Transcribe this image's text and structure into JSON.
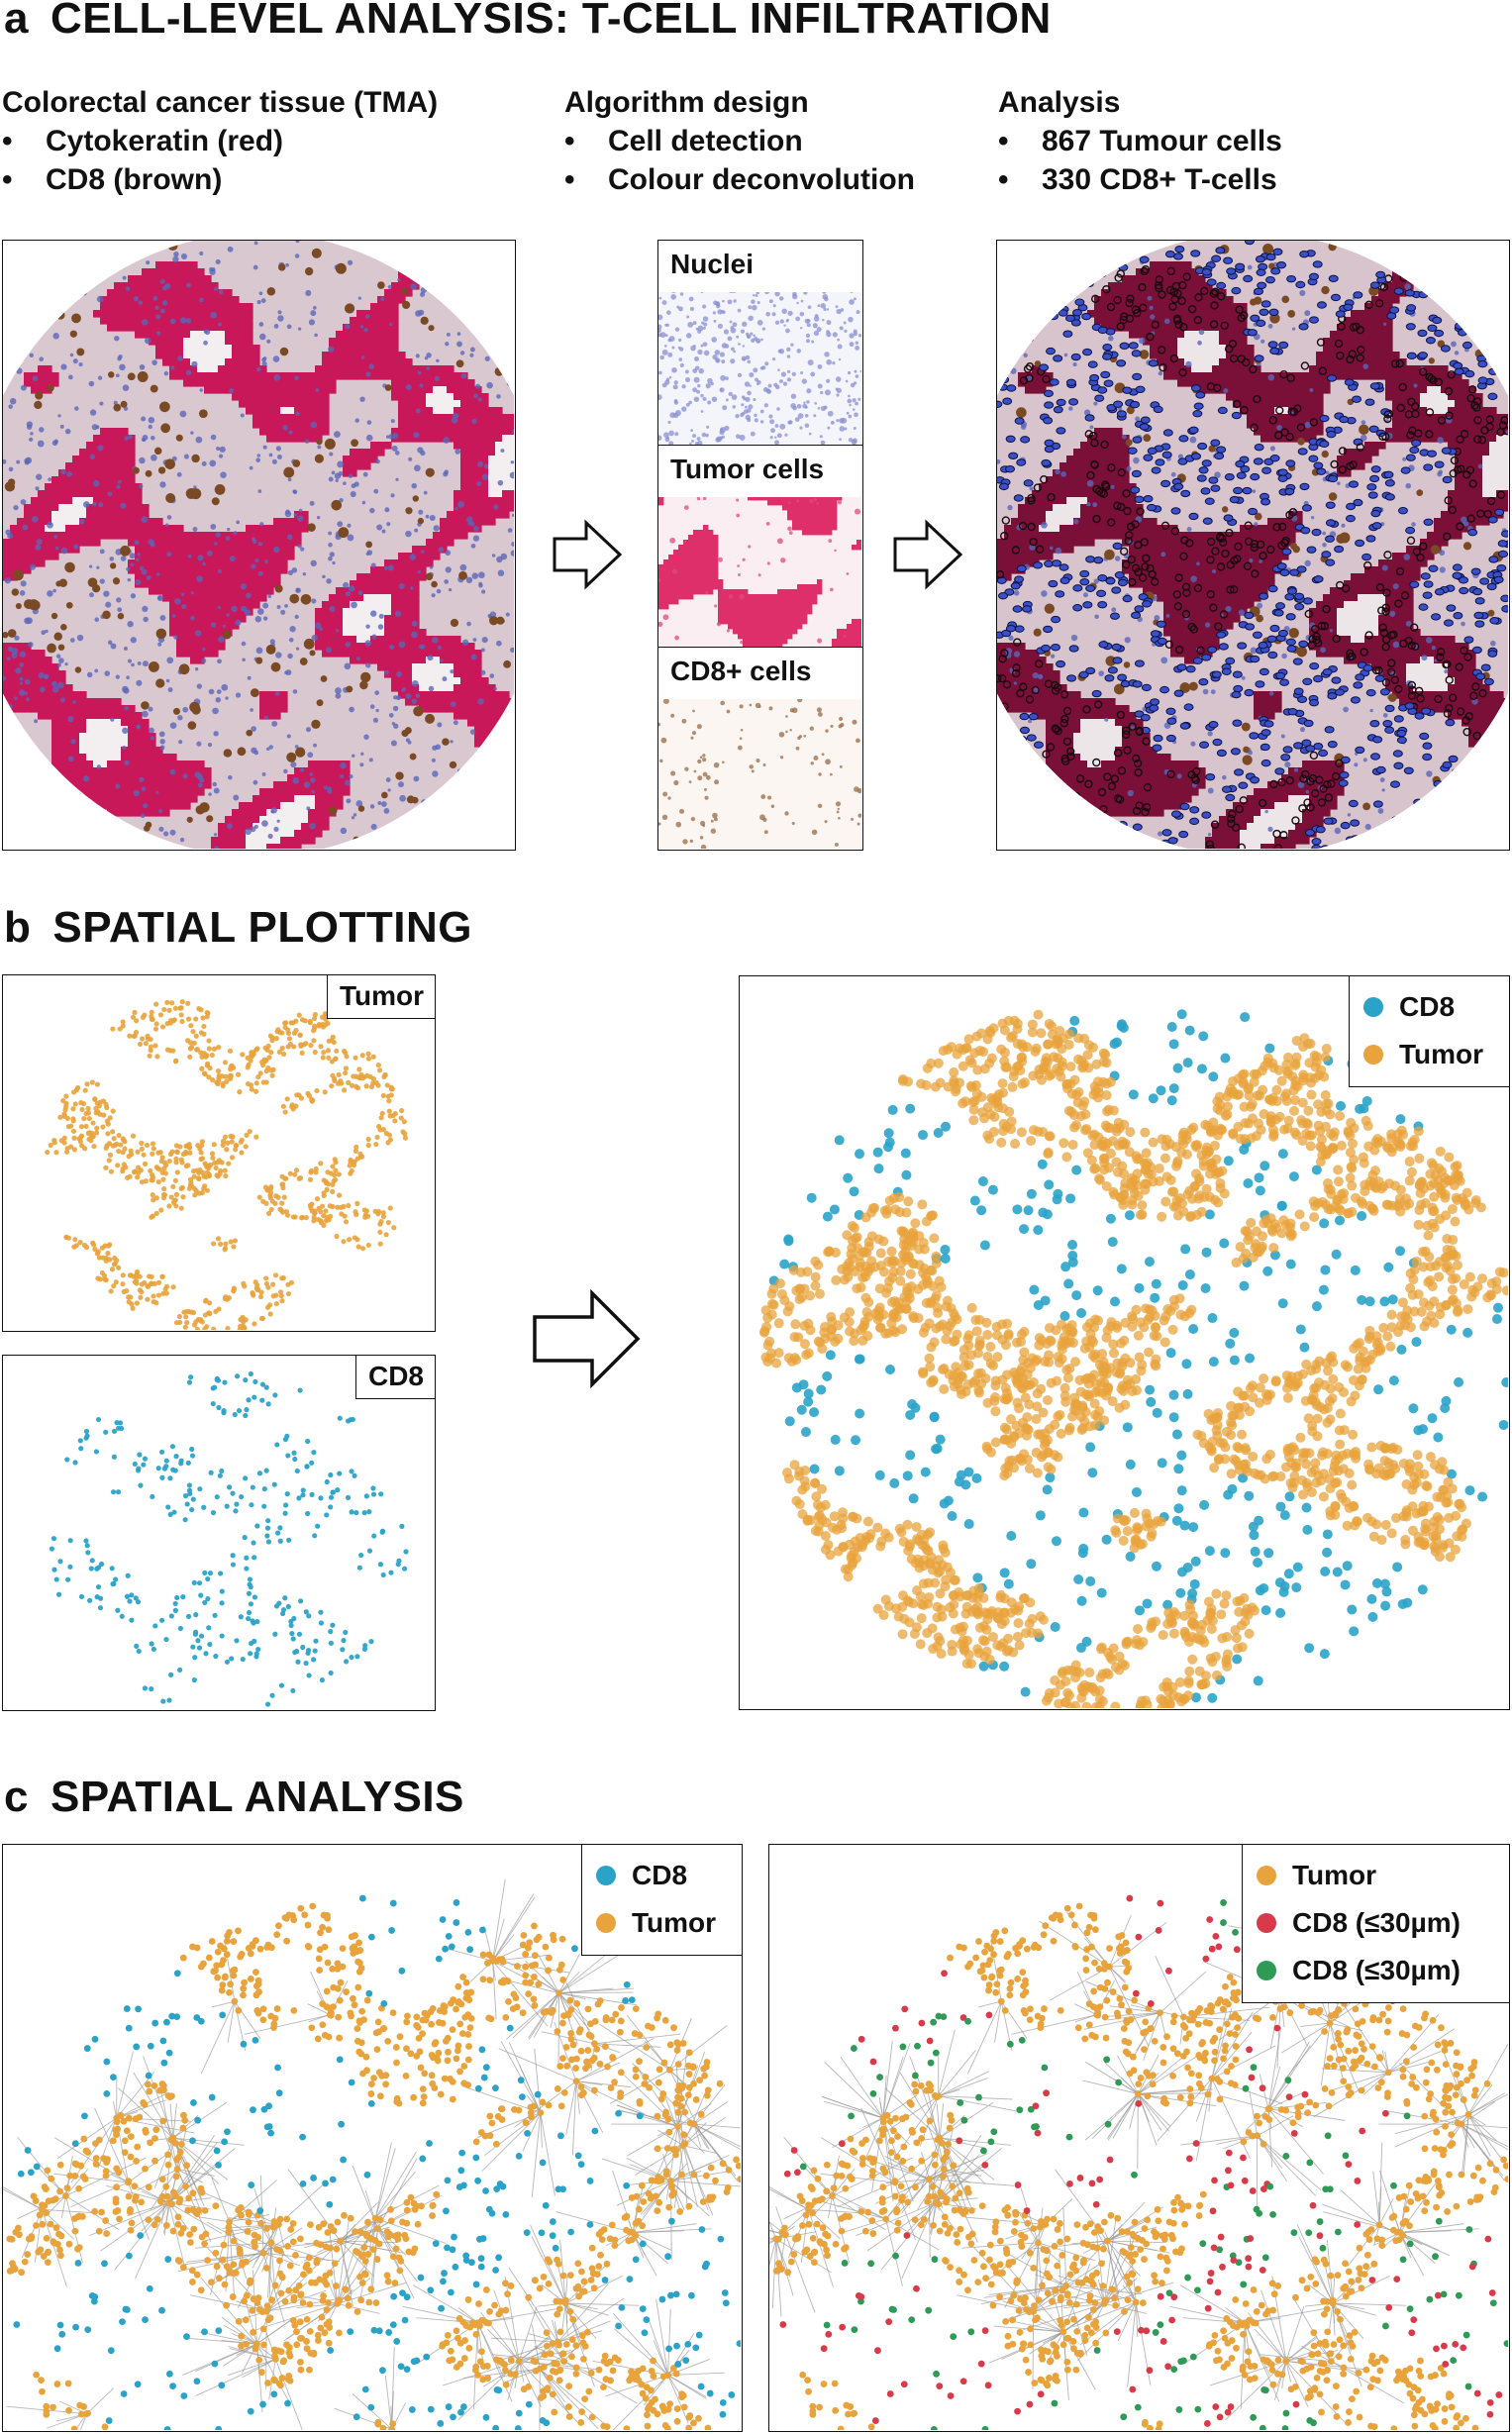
{
  "colors": {
    "cytokeratin": "#c8185a",
    "cytokeratin_dark": "#7a0f38",
    "stroma": "#d9c8d0",
    "nucleus": "#5a67b8",
    "cd8_brown": "#7a4a24",
    "tumor_dot": "#e8a33c",
    "cd8_dot": "#2ba3c9",
    "cd8_red": "#d93a4a",
    "cd8_green": "#2e9a55",
    "edge": "#9a9a9a"
  },
  "panel_a": {
    "letter": "a",
    "title": "CELL-LEVEL ANALYSIS: T-CELL INFILTRATION",
    "col1": {
      "heading": "Colorectal cancer tissue (TMA)",
      "bullets": [
        "Cytokeratin (red)",
        "CD8 (brown)"
      ]
    },
    "col2": {
      "heading": "Algorithm design",
      "bullets": [
        "Cell detection",
        "Colour deconvolution"
      ]
    },
    "col3": {
      "heading": "Analysis",
      "bullets": [
        "867 Tumour cells",
        "330 CD8+ T-cells"
      ]
    },
    "bullet_char": "•",
    "channels": [
      "Nuclei",
      "Tumor cells",
      "CD8+ cells"
    ]
  },
  "panel_b": {
    "letter": "b",
    "title": "SPATIAL PLOTTING",
    "tumor_tag": "Tumor",
    "cd8_tag": "CD8",
    "legend": [
      "CD8",
      "Tumor"
    ]
  },
  "panel_c": {
    "letter": "c",
    "title": "SPATIAL ANALYSIS",
    "legend_left": [
      "CD8",
      "Tumor"
    ],
    "legend_right": [
      "Tumor",
      "CD8 (≤30µm)",
      "CD8 (≤30µm)"
    ]
  },
  "icons": {
    "arrow": "right-arrow-icon"
  }
}
